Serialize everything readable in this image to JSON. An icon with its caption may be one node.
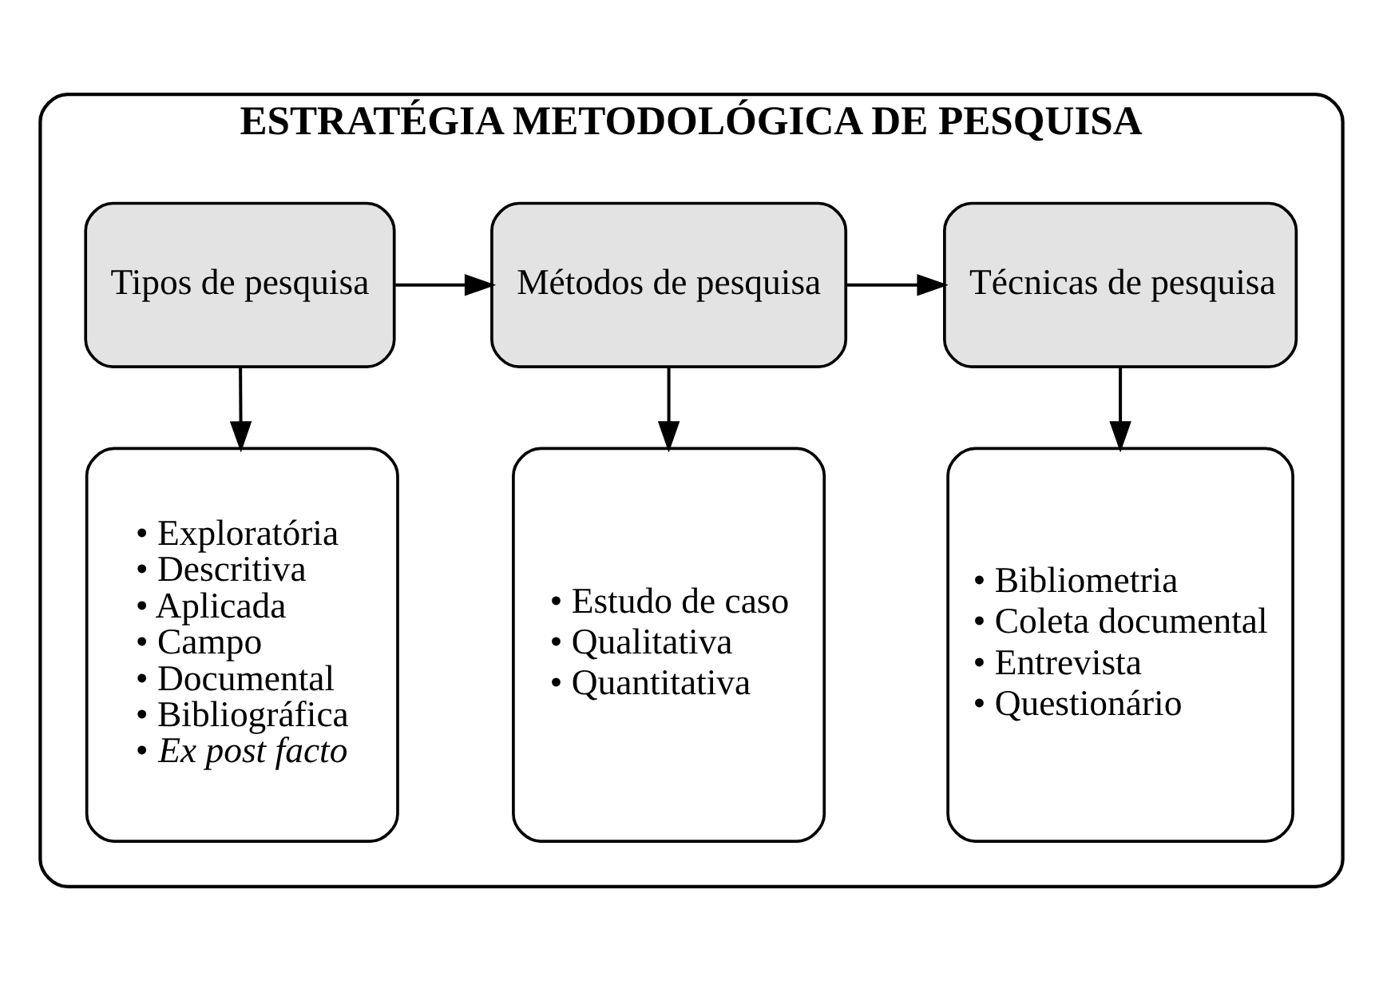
{
  "diagram": {
    "nodes": [
      {
        "text": [
          "ESTRATÉGIA METODOLÓGICA DE PESQUISA"
        ]
      },
      {
        "text": [
          "Tipos de pesquisa"
        ],
        "in": 0
      },
      {
        "text": [
          "Métodos de pesquisa"
        ],
        "in": 0
      },
      {
        "text": [
          "Técnicas de pesquisa"
        ],
        "in": 0
      },
      {
        "text": [
          "• Exploratória",
          "• Descritiva",
          "• Aplicada",
          "• Campo",
          "• Documental",
          "• Bibliográfica",
          "• *Ex post facto*"
        ],
        "in": 0
      },
      {
        "text": [
          "• Estudo de caso",
          "• Qualitativa",
          "• Quantitativa"
        ],
        "in": 0
      },
      {
        "text": [
          "• Bibliometria",
          "• Coleta documental",
          "• Entrevista",
          "• Questionário"
        ],
        "in": 0
      }
    ],
    "edges": [
      {
        "from": 1,
        "to": 2,
        "arrow": "to"
      },
      {
        "from": 2,
        "to": 3,
        "arrow": "to"
      },
      {
        "from": 1,
        "to": 4,
        "arrow": "to"
      },
      {
        "from": 2,
        "to": 5,
        "arrow": "to"
      },
      {
        "from": 3,
        "to": 6,
        "arrow": "to"
      }
    ]
  }
}
